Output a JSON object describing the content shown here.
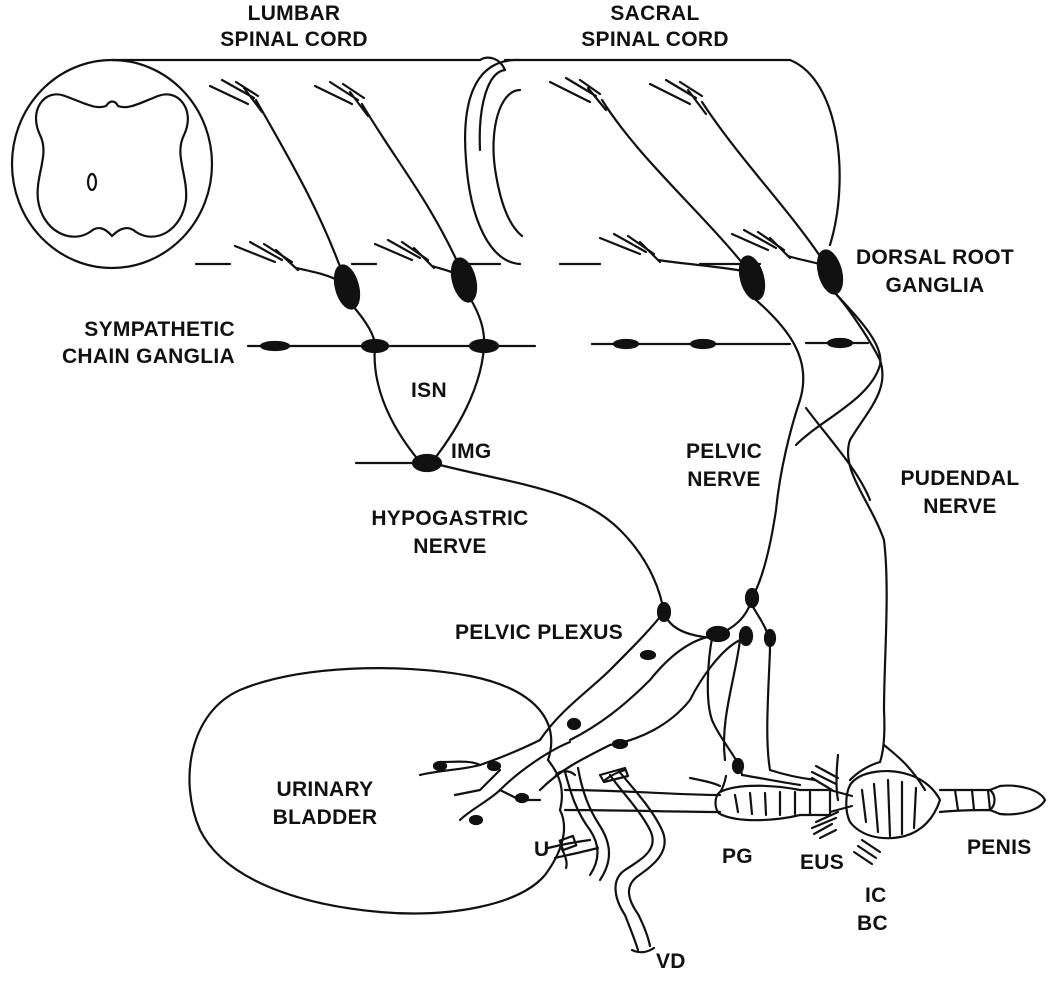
{
  "colors": {
    "ink": "#111111",
    "background": "#ffffff"
  },
  "labels": {
    "lumbar_1": "LUMBAR",
    "lumbar_2": "SPINAL CORD",
    "sacral_1": "SACRAL",
    "sacral_2": "SPINAL CORD",
    "drg_1": "DORSAL ROOT",
    "drg_2": "GANGLIA",
    "sym_1": "SYMPATHETIC",
    "sym_2": "CHAIN GANGLIA",
    "isn": "ISN",
    "img": "IMG",
    "hypo_1": "HYPOGASTRIC",
    "hypo_2": "NERVE",
    "pelvic_1": "PELVIC",
    "pelvic_2": "NERVE",
    "pudendal_1": "PUDENDAL",
    "pudendal_2": "NERVE",
    "plexus": "PELVIC PLEXUS",
    "bladder_1": "URINARY",
    "bladder_2": "BLADDER",
    "pg": "PG",
    "eus": "EUS",
    "penis": "PENIS",
    "ic": "IC",
    "bc": "BC",
    "u": "U",
    "vd": "VD"
  }
}
